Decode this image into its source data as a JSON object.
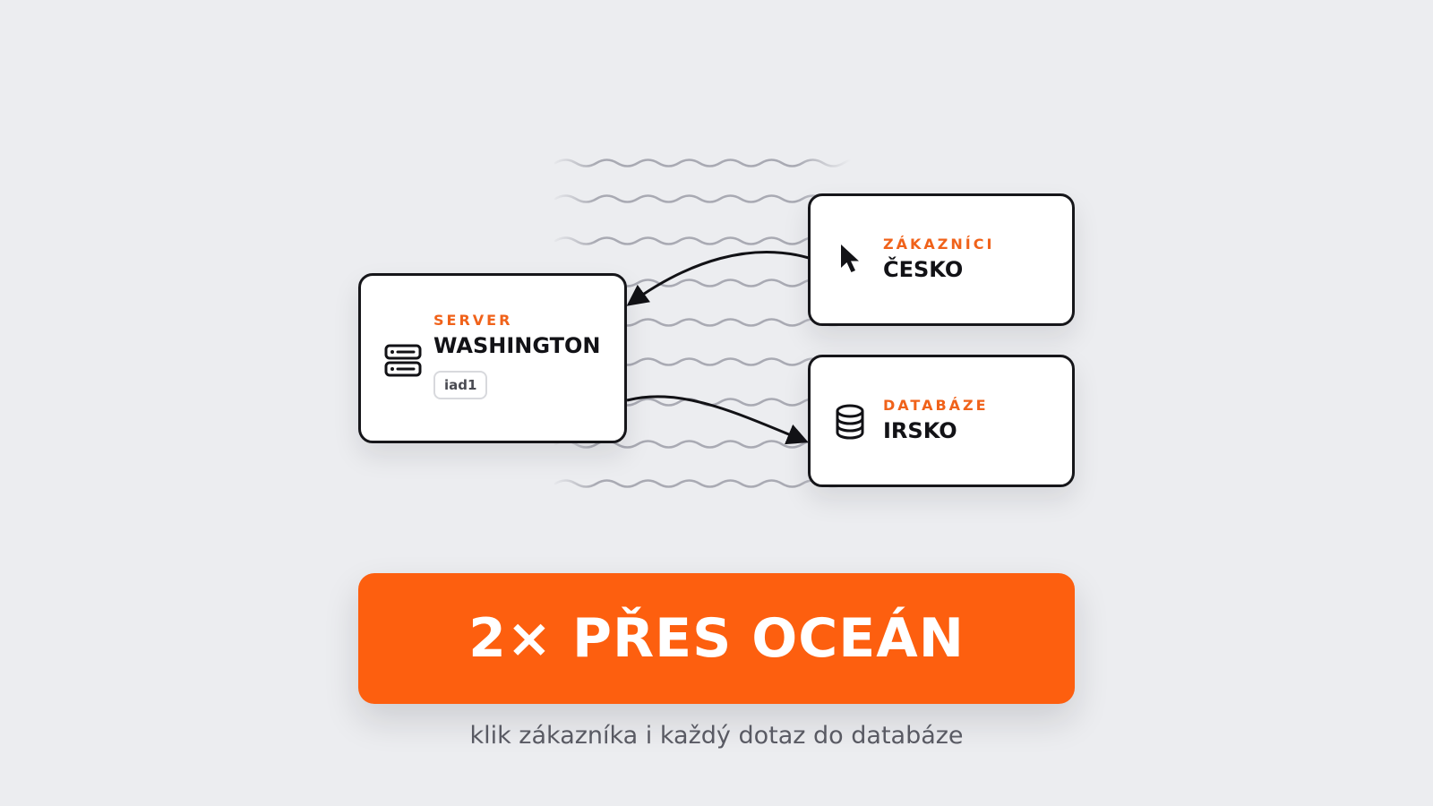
{
  "nodes": {
    "server": {
      "kicker": "SERVER",
      "title": "WASHINGTON",
      "tag": "iad1",
      "icon": "server-icon"
    },
    "customers": {
      "kicker": "ZÁKAZNÍCI",
      "title": "ČESKO",
      "icon": "cursor-icon"
    },
    "database": {
      "kicker": "DATABÁZE",
      "title": "IRSKO",
      "icon": "database-icon"
    }
  },
  "edges": [
    {
      "from": "customers",
      "to": "server"
    },
    {
      "from": "server",
      "to": "database"
    }
  ],
  "background_motif": "ocean-waves",
  "banner": {
    "text": "2× PŘES OCEÁN"
  },
  "caption": "klik zákazníka i každý dotaz do databáze",
  "colors": {
    "background": "#ecedf0",
    "accent": "#fd5f0f",
    "kicker": "#f0621a",
    "text": "#121216",
    "wave": "#a9aab3",
    "muted_text": "#595a63"
  }
}
